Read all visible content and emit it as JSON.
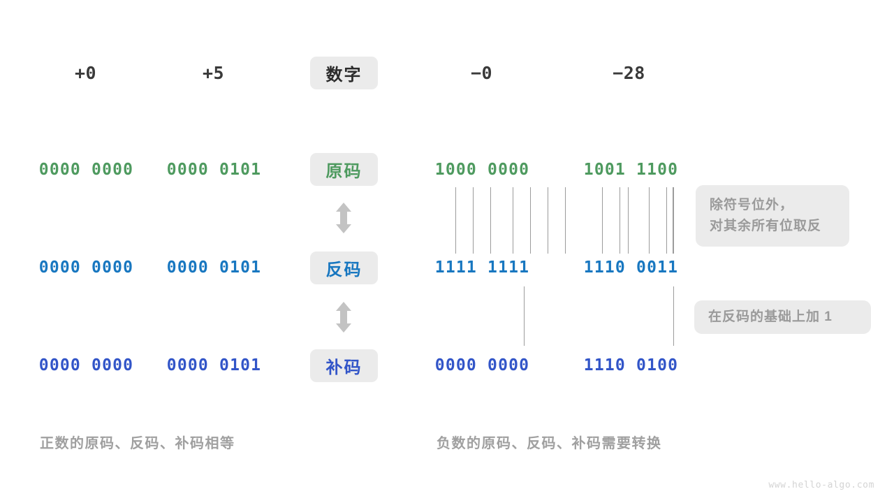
{
  "meta": {
    "watermark": "www.hello-algo.com"
  },
  "row_labels": [
    {
      "key": "number",
      "text": "数字",
      "color": "#2b2b2b"
    },
    {
      "key": "sign_magnitude",
      "text": "原码",
      "color": "#4e9a5f"
    },
    {
      "key": "ones_complement",
      "text": "反码",
      "color": "#1877c0"
    },
    {
      "key": "twos_complement",
      "text": "补码",
      "color": "#3255c8"
    }
  ],
  "columns": {
    "positive": [
      {
        "label": "+0",
        "sign_magnitude": "0000 0000",
        "ones_complement": "0000 0000",
        "twos_complement": "0000 0000"
      },
      {
        "label": "+5",
        "sign_magnitude": "0000 0101",
        "ones_complement": "0000 0101",
        "twos_complement": "0000 0101"
      }
    ],
    "negative": [
      {
        "label": "−0",
        "sign_magnitude": "1000 0000",
        "ones_complement": "1111 1111",
        "twos_complement": "0000 0000"
      },
      {
        "label": "−28",
        "sign_magnitude": "1001 1100",
        "ones_complement": "1110 0011",
        "twos_complement": "1110 0100"
      }
    ]
  },
  "annotations": {
    "invert": "除符号位外，\n对其余所有位取反",
    "add_one": "在反码的基础上加 1"
  },
  "captions": {
    "positive": "正数的原码、反码、补码相等",
    "negative": "负数的原码、反码、补码需要转换"
  },
  "icons": {
    "arrow_updown": "arrow-up-down-icon"
  },
  "colors": {
    "green": "#4e9a5f",
    "blue": "#1877c0",
    "indigo": "#3255c8",
    "badge_bg": "#ebebeb",
    "muted": "#9a9a9a"
  }
}
